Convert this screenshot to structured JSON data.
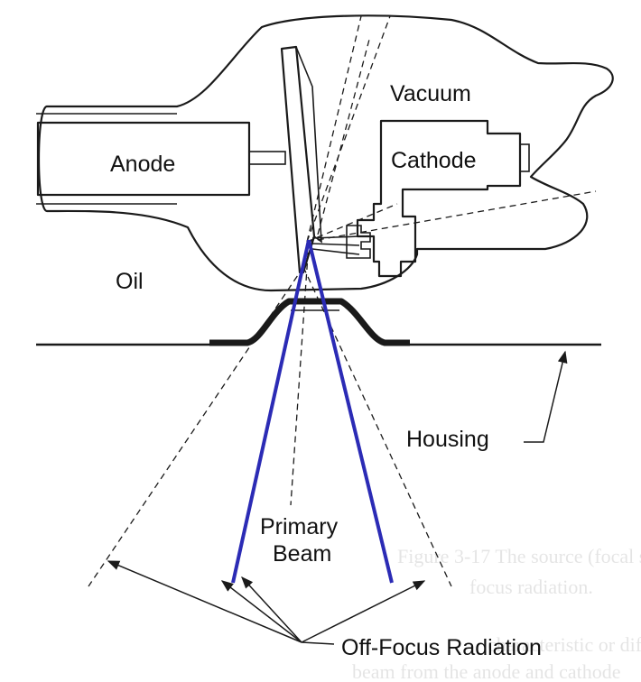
{
  "labels": {
    "vacuum": "Vacuum",
    "anode": "Anode",
    "cathode": "Cathode",
    "oil": "Oil",
    "housing": "Housing",
    "primary_beam_line1": "Primary",
    "primary_beam_line2": "Beam",
    "off_focus": "Off-Focus Radiation"
  },
  "colors": {
    "primary_beam": "#2b2bb5",
    "line": "#1a1a1a",
    "background": "#ffffff"
  }
}
